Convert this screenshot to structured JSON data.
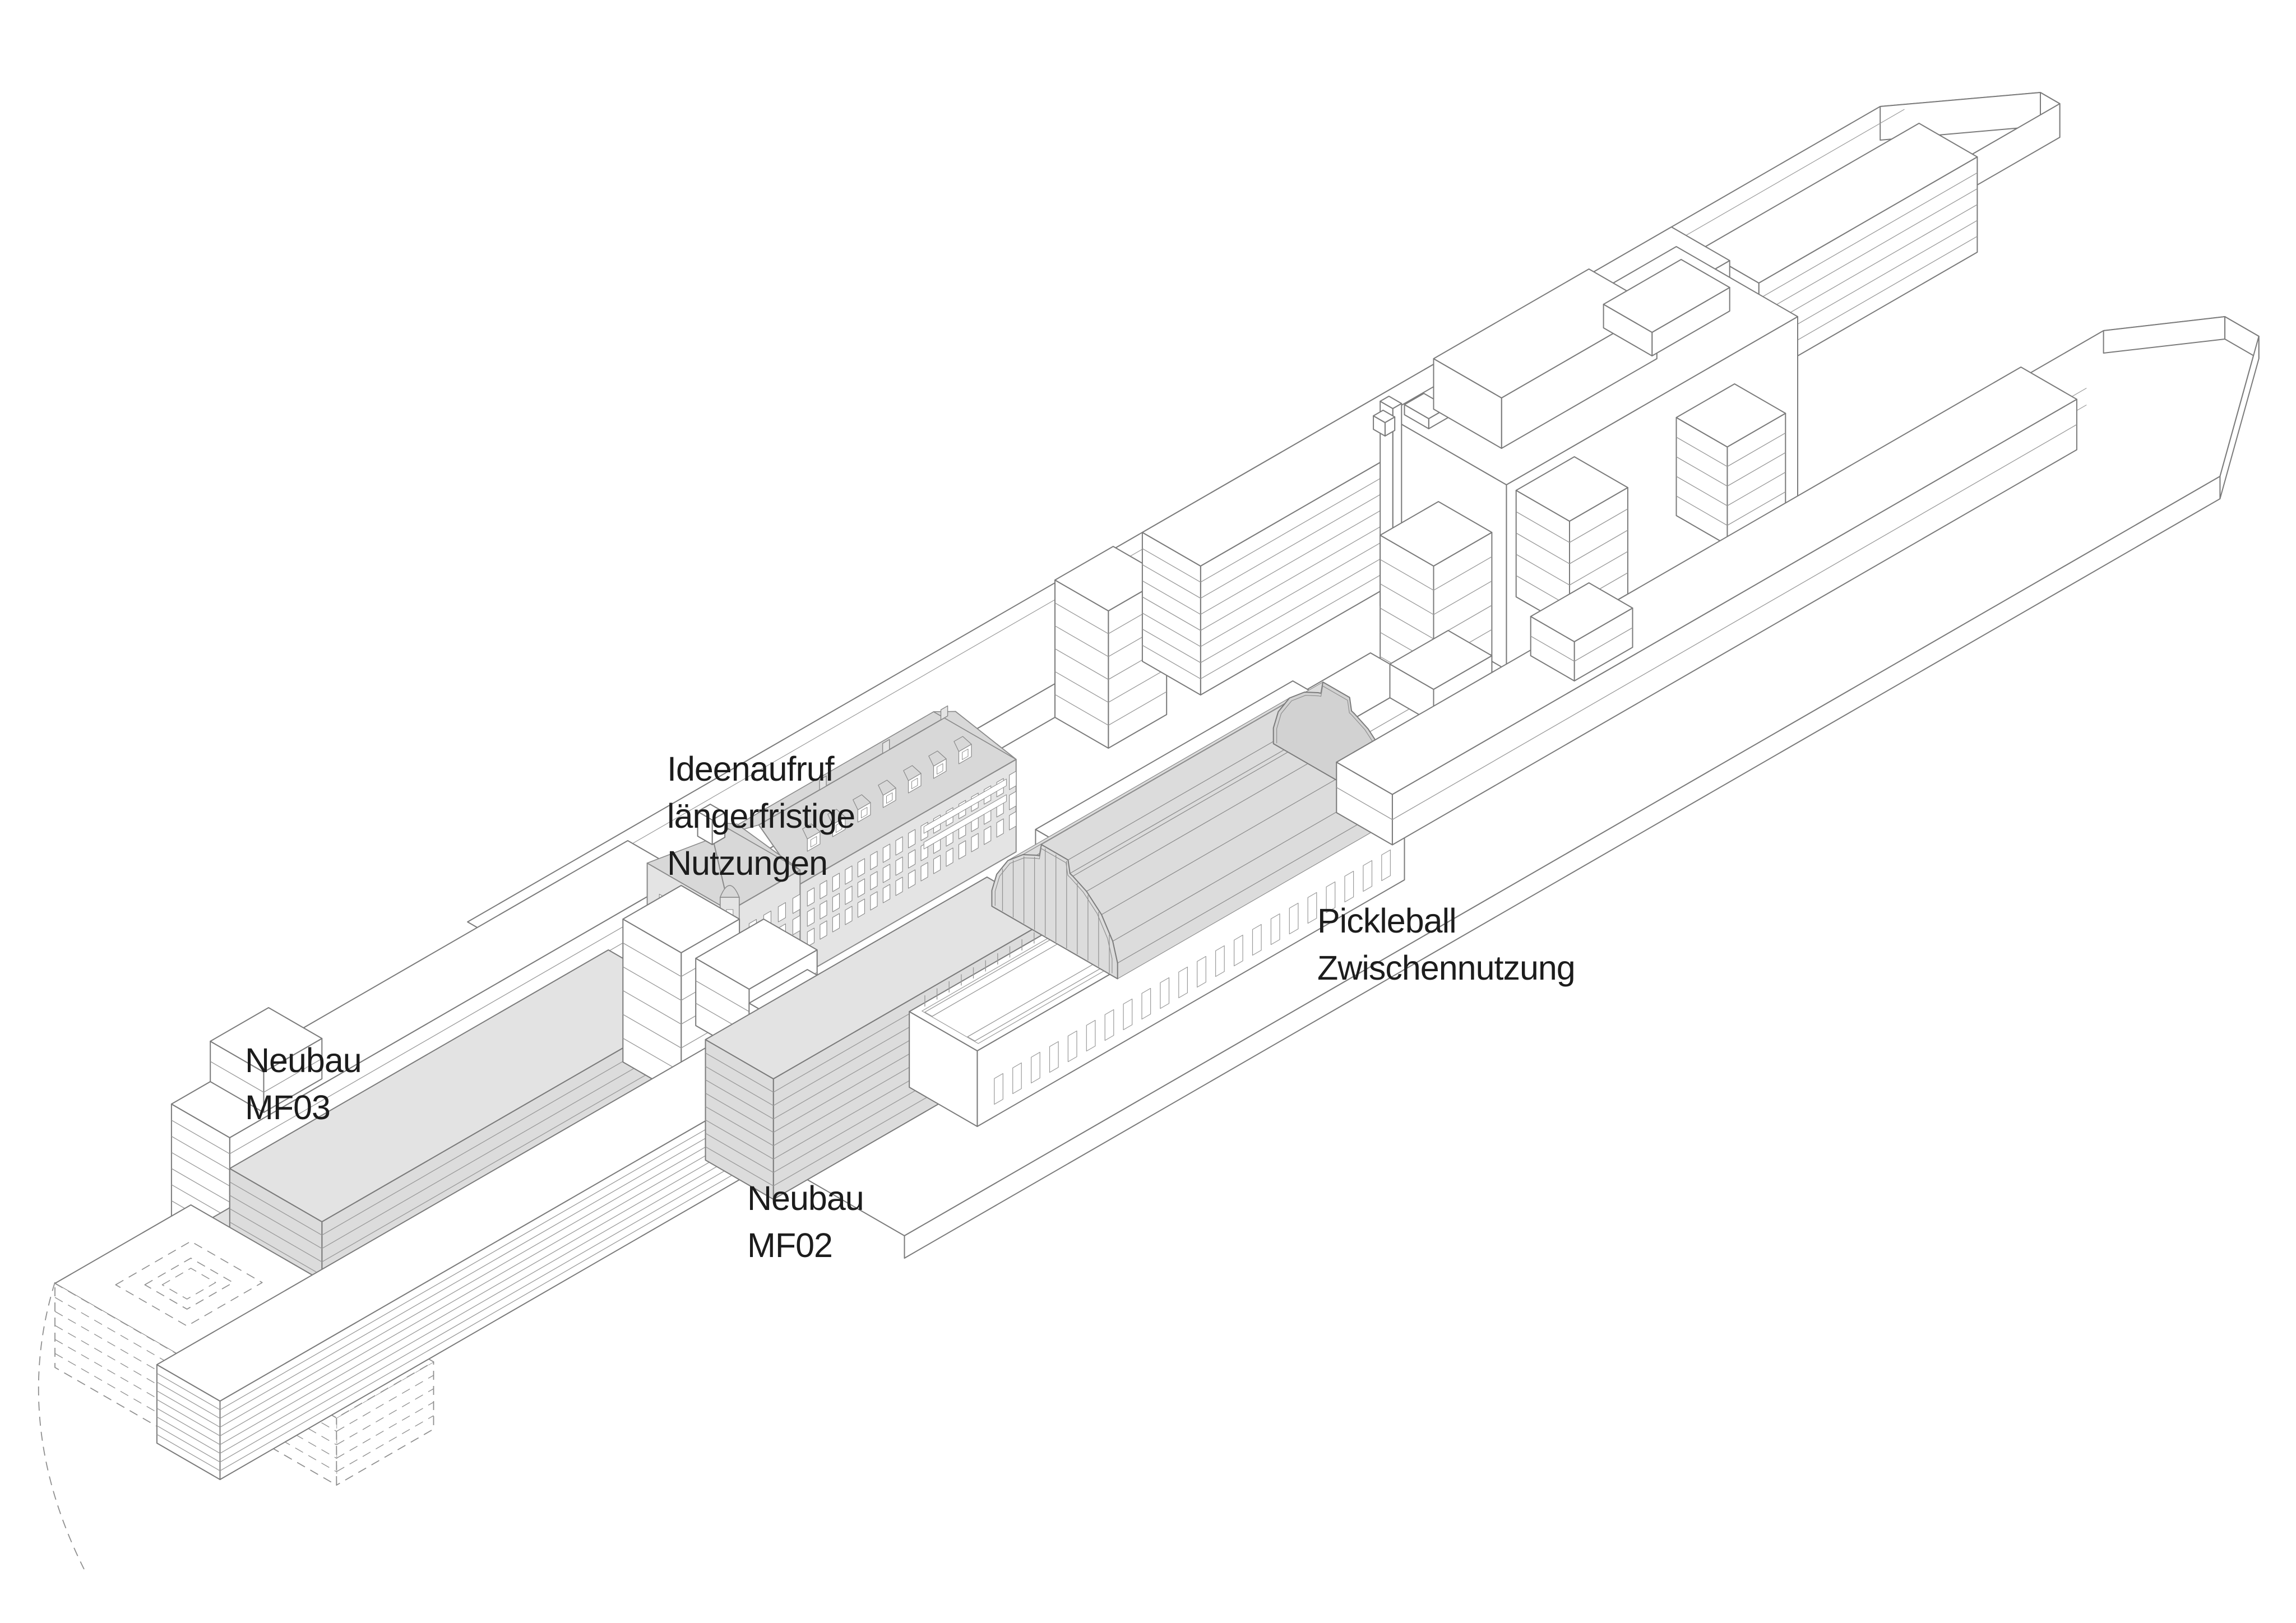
{
  "labels": {
    "ideenaufruf": {
      "lines": [
        "Ideenaufruf",
        "längerfristige",
        "Nutzungen"
      ]
    },
    "pickleball": {
      "lines": [
        "Pickleball",
        "Zwischennutzung"
      ]
    },
    "mf03": {
      "lines": [
        "Neubau",
        "MF03"
      ]
    },
    "mf02": {
      "lines": [
        "Neubau",
        "MF02"
      ]
    }
  },
  "palette": {
    "background": "#ffffff",
    "line": "#7b7b7b",
    "thin_line": "#9a9a9a",
    "dash_line": "#8f8f8f",
    "gray_fill": "#dcdcdc",
    "gray_top": "#e3e3e3",
    "gray_dark": "#d2d2d2",
    "white_fill": "#ffffff",
    "facade_fill": "#e4e4e4",
    "roof_fill": "#d8d8d8",
    "text": "#1c1c1c"
  }
}
